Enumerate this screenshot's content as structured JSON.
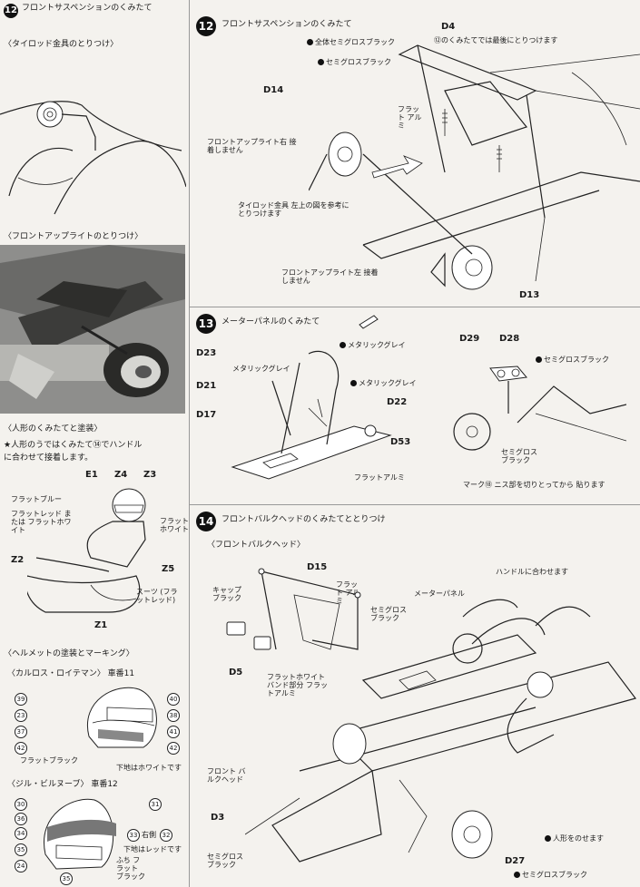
{
  "left": {
    "step12_title": "フロントサスペンションのくみたて",
    "tierod": "〈タイロッド金具のとりつけ〉",
    "upright": "〈フロントアップライトのとりつけ〉",
    "figure_title": "〈人形のくみたてと塗装〉",
    "figure_note1": "★人形のうではくみたて⑭でハンドル",
    "figure_note2": "に合わせて接着します。",
    "fig_labels": {
      "e1": "E1",
      "z4": "Z4",
      "z3": "Z3",
      "flat_blue": "フラットブルー",
      "flat_red_or": "フラットレッド または フラットホワイト",
      "flat_white": "フラット ホワイト",
      "z2": "Z2",
      "z5": "Z5",
      "suit": "スーツ (フラットレッド)",
      "z1": "Z1"
    },
    "helmet_title": "〈ヘルメットの塗装とマーキング〉",
    "reutemann": "〈カルロス・ロイテマン〉 車番11",
    "reutemann_flat_black": "フラットブラック",
    "reutemann_under": "下地はホワイトです",
    "villeneuve": "〈ジル・ビルヌーブ〉 車番12",
    "villeneuve_right": "右側",
    "villeneuve_under": "下地はレッドです",
    "villeneuve_rim": "ふち フラット ブラック",
    "decals_r": [
      "39",
      "40",
      "23",
      "38",
      "37",
      "41",
      "42",
      "42"
    ],
    "decals_v": [
      "30",
      "31",
      "36",
      "34",
      "33",
      "32",
      "35",
      "24",
      "35"
    ]
  },
  "right": {
    "step12": "12",
    "step12_title": "フロントサスペンションのくみたて",
    "all_semigloss": "全体セミグロスブラック",
    "d4": "D4",
    "d4_note": "⑫のくみたてでは最後にとりつけます",
    "semigloss": "セミグロスブラック",
    "d14": "D14",
    "flat_alumi": "フラット アルミ",
    "upright_r": "フロントアップライト右 接着しません",
    "tierod": "タイロッド金具 左上の図を参考にとりつけます",
    "upright_l": "フロントアップライト左 接着しません",
    "d13": "D13",
    "step13": "13",
    "step13_title": "メーターパネルのくみたて",
    "metallic_gray": "メタリックグレイ",
    "d23": "D23",
    "d21": "D21",
    "d22": "D22",
    "d17": "D17",
    "d53": "D53",
    "flat_alumi2": "フラットアルミ",
    "d29": "D29",
    "d28": "D28",
    "semigloss2": "セミグロスブラック",
    "semigloss_short": "セミグロス ブラック",
    "mark_note": "マーク⑱ ニス部を切りとってから 貼ります",
    "step14": "14",
    "step14_title": "フロントバルクヘッドのくみたてととりつけ",
    "bulkhead_sub": "〈フロントバルクヘッド〉",
    "d15": "D15",
    "cap_black": "キャップ ブラック",
    "flat_alumi3": "フラット アルミ",
    "semigloss_black3": "セミグロス ブラック",
    "d5": "D5",
    "band_note": "フラットホワイト バンド部分 フラットアルミ",
    "meter_panel": "メーターパネル",
    "handle_note": "ハンドルに合わせます",
    "front_bulkhead": "フロント バルクヘッド",
    "d3": "D3",
    "semigloss_black4": "セミグロス ブラック",
    "figure_note": "人形をのせます",
    "d27": "D27",
    "d27_color": "セミグロスブラック"
  }
}
